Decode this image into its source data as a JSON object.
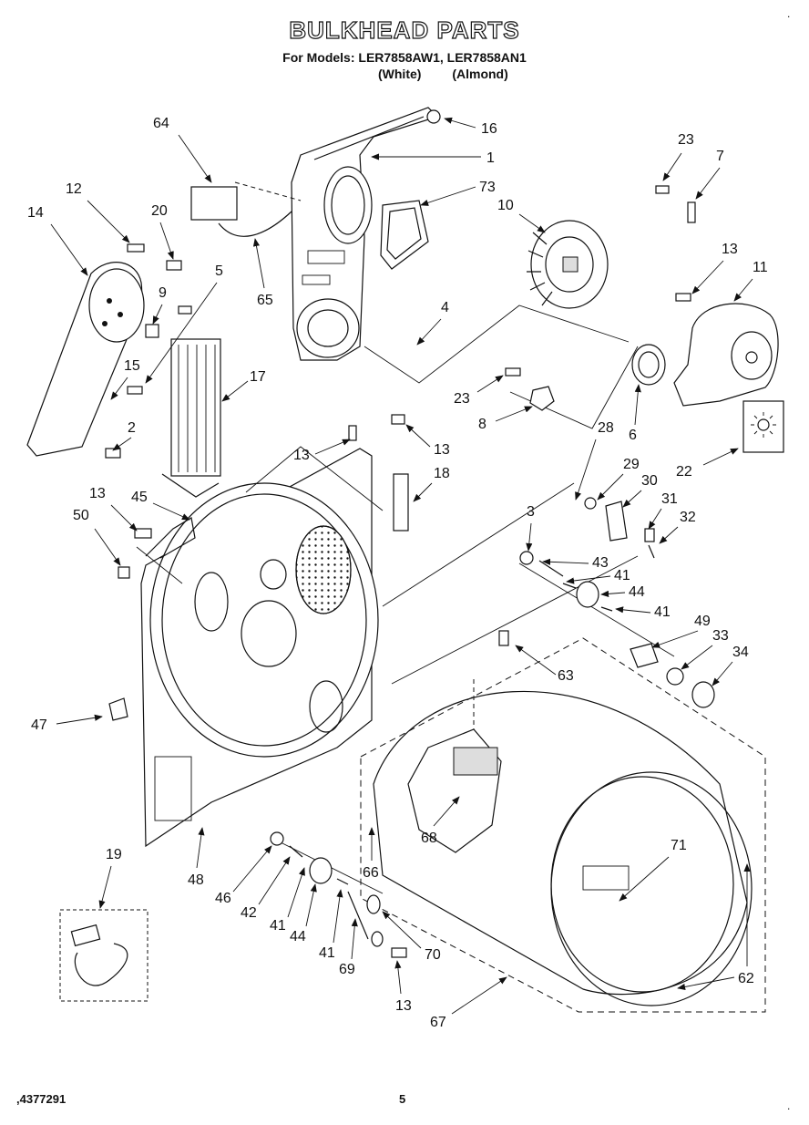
{
  "header": {
    "title": "BULKHEAD PARTS",
    "models_line": "For Models: LER7858AW1, LER7858AN1",
    "variant_white": "(White)",
    "variant_almond": "(Almond)"
  },
  "footer": {
    "part_code": ",4377291",
    "page_number": "5"
  },
  "callouts": [
    {
      "id": "64",
      "label": "64"
    },
    {
      "id": "16",
      "label": "16"
    },
    {
      "id": "1",
      "label": "1"
    },
    {
      "id": "73",
      "label": "73"
    },
    {
      "id": "10",
      "label": "10"
    },
    {
      "id": "23a",
      "label": "23"
    },
    {
      "id": "7",
      "label": "7"
    },
    {
      "id": "12",
      "label": "12"
    },
    {
      "id": "20",
      "label": "20"
    },
    {
      "id": "14",
      "label": "14"
    },
    {
      "id": "5",
      "label": "5"
    },
    {
      "id": "9",
      "label": "9"
    },
    {
      "id": "65",
      "label": "65"
    },
    {
      "id": "4",
      "label": "4"
    },
    {
      "id": "13a",
      "label": "13"
    },
    {
      "id": "11",
      "label": "11"
    },
    {
      "id": "15",
      "label": "15"
    },
    {
      "id": "17",
      "label": "17"
    },
    {
      "id": "23b",
      "label": "23"
    },
    {
      "id": "8",
      "label": "8"
    },
    {
      "id": "6",
      "label": "6"
    },
    {
      "id": "2",
      "label": "2"
    },
    {
      "id": "13b",
      "label": "13"
    },
    {
      "id": "13c",
      "label": "13"
    },
    {
      "id": "28",
      "label": "28"
    },
    {
      "id": "22",
      "label": "22"
    },
    {
      "id": "18",
      "label": "18"
    },
    {
      "id": "29",
      "label": "29"
    },
    {
      "id": "30",
      "label": "30"
    },
    {
      "id": "13d",
      "label": "13"
    },
    {
      "id": "45",
      "label": "45"
    },
    {
      "id": "31",
      "label": "31"
    },
    {
      "id": "50",
      "label": "50"
    },
    {
      "id": "32",
      "label": "32"
    },
    {
      "id": "3",
      "label": "3"
    },
    {
      "id": "43",
      "label": "43"
    },
    {
      "id": "41a",
      "label": "41"
    },
    {
      "id": "44a",
      "label": "44"
    },
    {
      "id": "41b",
      "label": "41"
    },
    {
      "id": "49",
      "label": "49"
    },
    {
      "id": "33",
      "label": "33"
    },
    {
      "id": "34",
      "label": "34"
    },
    {
      "id": "63",
      "label": "63"
    },
    {
      "id": "47",
      "label": "47"
    },
    {
      "id": "68",
      "label": "68"
    },
    {
      "id": "71",
      "label": "71"
    },
    {
      "id": "19",
      "label": "19"
    },
    {
      "id": "48",
      "label": "48"
    },
    {
      "id": "46",
      "label": "46"
    },
    {
      "id": "42",
      "label": "42"
    },
    {
      "id": "66",
      "label": "66"
    },
    {
      "id": "41c",
      "label": "41"
    },
    {
      "id": "44b",
      "label": "44"
    },
    {
      "id": "41d",
      "label": "41"
    },
    {
      "id": "70",
      "label": "70"
    },
    {
      "id": "69",
      "label": "69"
    },
    {
      "id": "62",
      "label": "62"
    },
    {
      "id": "13e",
      "label": "13"
    },
    {
      "id": "67",
      "label": "67"
    }
  ]
}
